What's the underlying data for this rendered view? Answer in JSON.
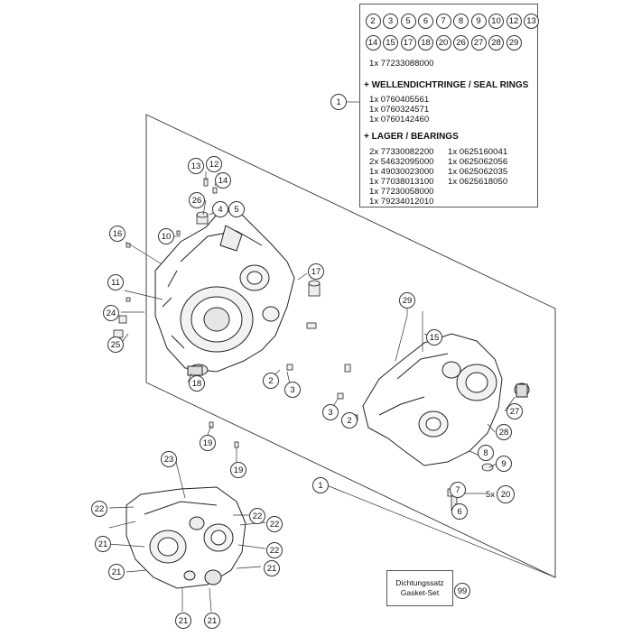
{
  "legend_box": {
    "circles_row1": [
      "2",
      "3",
      "5",
      "6",
      "7",
      "8",
      "9",
      "10",
      "12",
      "13"
    ],
    "circles_row2": [
      "14",
      "15",
      "17",
      "18",
      "20",
      "26",
      "27",
      "28",
      "29"
    ],
    "part_number_main": "1x 77233088000",
    "seal_rings_header": "+ WELLENDICHTRINGE / SEAL RINGS",
    "seal_rings": [
      "1x 0760405561",
      "1x 0760324571",
      "1x 0760142460"
    ],
    "seal_rings_callout": "1",
    "bearings_header": "+ LAGER / BEARINGS",
    "bearings_left": [
      "2x 77330082200",
      "2x 54632095000",
      "1x 49030023000",
      "1x 77038013100",
      "1x 77230058000",
      "1x 79234012010"
    ],
    "bearings_right": [
      "1x 0625160041",
      "1x 0625062056",
      "1x 0625062035",
      "1x 0625618050"
    ]
  },
  "gasket_box": {
    "line1": "Dichtungssatz",
    "line2": "Gasket-Set",
    "callout": "99"
  },
  "callouts": {
    "c1": "1",
    "c2a": "2",
    "c2b": "2",
    "c3a": "3",
    "c3b": "3",
    "c4": "4",
    "c5": "5",
    "c6": "6",
    "c7": "7",
    "c8": "8",
    "c9": "9",
    "c10": "10",
    "c11": "11",
    "c12": "12",
    "c13": "13",
    "c14": "14",
    "c15": "15",
    "c16": "16",
    "c17": "17",
    "c18": "18",
    "c19a": "19",
    "c19b": "19",
    "c5x20": "5x 20",
    "c21a": "21",
    "c21b": "21",
    "c21c": "21",
    "c21d": "21",
    "c21e": "21",
    "c22a": "22",
    "c22b": "22",
    "c22c": "22",
    "c22d": "22",
    "c23": "23",
    "c24": "24",
    "c25": "25",
    "c26": "26",
    "c27": "27",
    "c28": "28",
    "c29": "29"
  }
}
